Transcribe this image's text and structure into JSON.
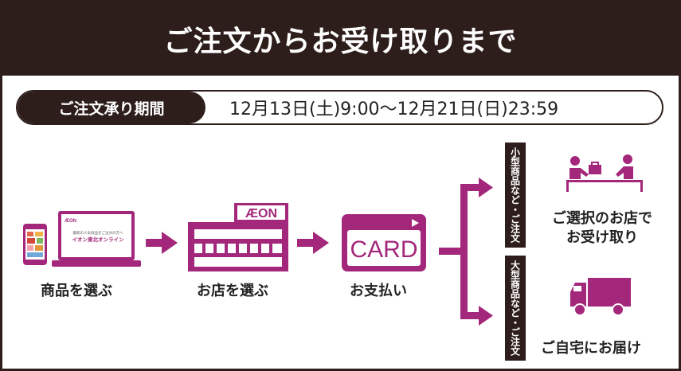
{
  "title": "ご注文からお受け取りまで",
  "period": {
    "label": "ご注文承り期間",
    "value": "12月13日(土)9:00〜12月21日(日)23:59"
  },
  "steps": [
    {
      "label": "商品を選ぶ",
      "icon": "laptop-phone-icon"
    },
    {
      "label": "お店を選ぶ",
      "icon": "aeon-store-icon"
    },
    {
      "label": "お支払い",
      "icon": "card-icon"
    }
  ],
  "laptop_screen": {
    "line1": "最新の人気商品をご注文の方へ",
    "line2": "イオン東北オンライン"
  },
  "store_sign": "ÆON",
  "card_text": "CARD",
  "branches": [
    {
      "tab": "小型商品など・ご注文",
      "label_line1": "ご選択のお店で",
      "label_line2": "お受け取り",
      "icon": "counter-pickup-icon"
    },
    {
      "tab": "大型商品など・ご注文",
      "label": "ご自宅にお届け",
      "icon": "delivery-truck-icon"
    }
  ],
  "colors": {
    "dark": "#2d1e1b",
    "accent": "#a3277a"
  }
}
